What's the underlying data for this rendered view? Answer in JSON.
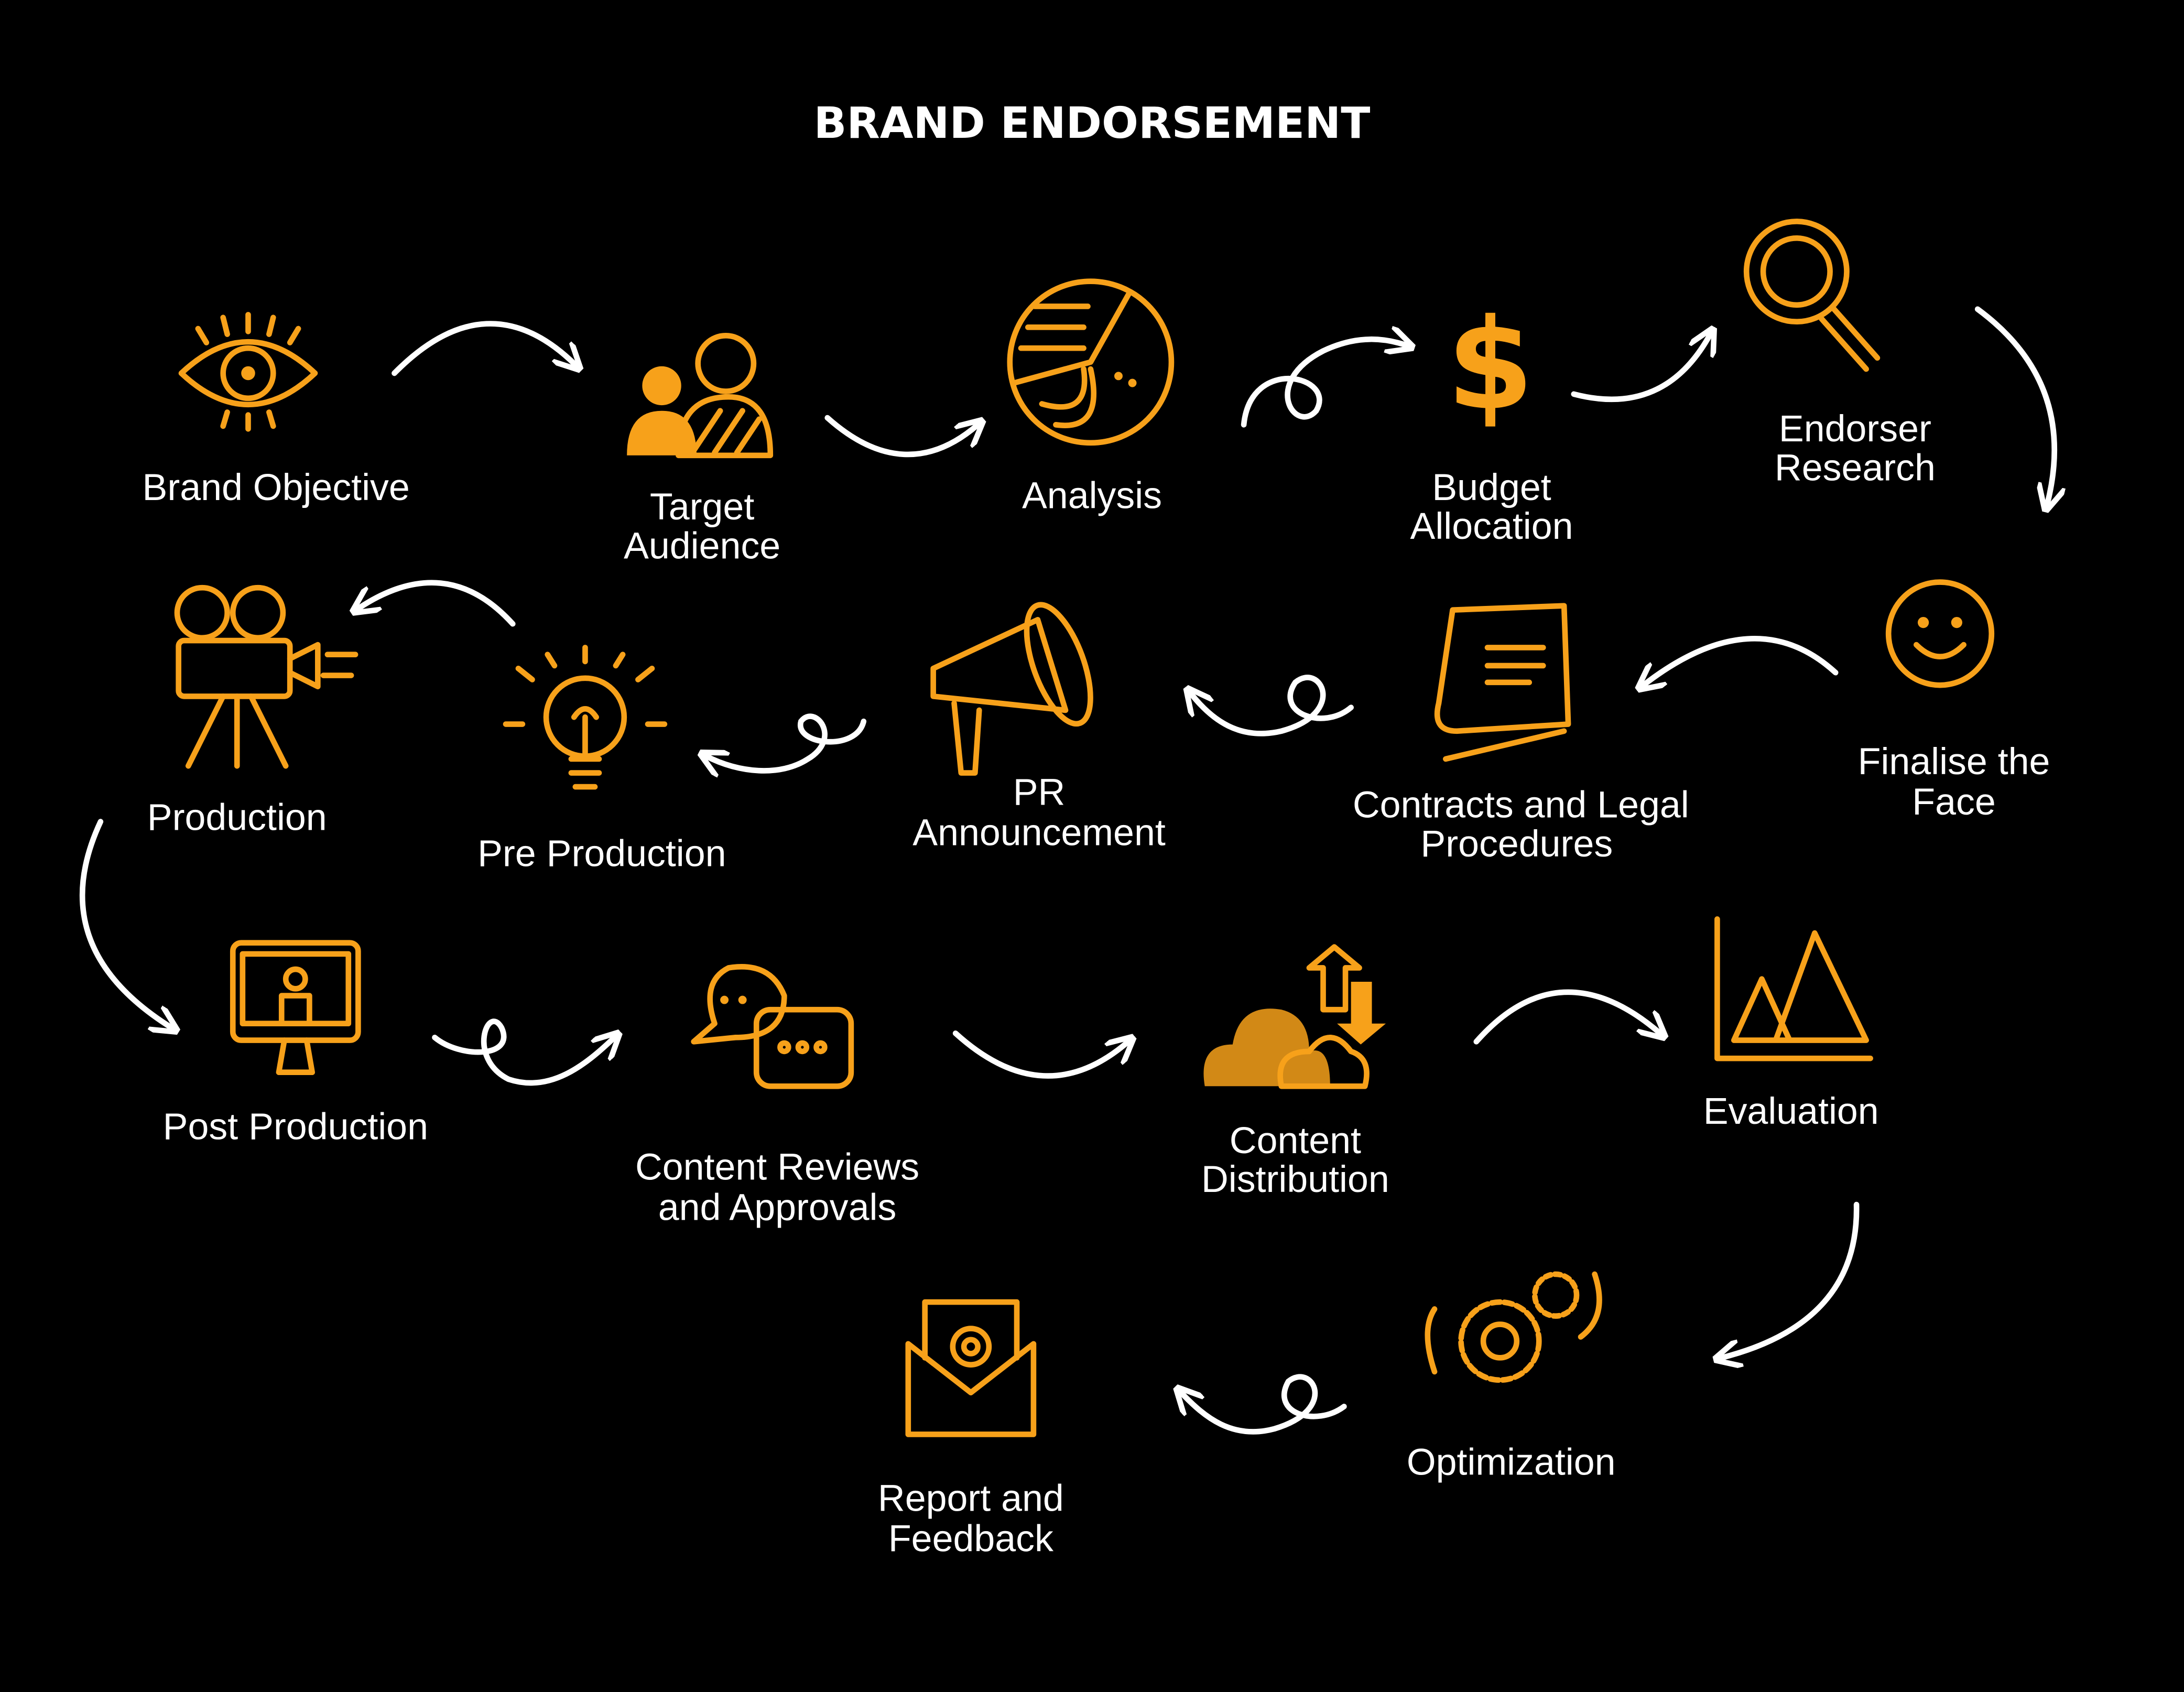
{
  "title": "BRAND ENDORSEMENT",
  "colors": {
    "background": "#000000",
    "accent": "#F7A11A",
    "text": "#FFFFFF",
    "arrows": "#FFFFFF"
  },
  "steps": [
    {
      "icon": "eye-icon",
      "lines": [
        "Brand Objective"
      ]
    },
    {
      "icon": "people-icon",
      "lines": [
        "Target",
        "Audience"
      ]
    },
    {
      "icon": "pie-chart-icon",
      "lines": [
        "Analysis"
      ]
    },
    {
      "icon": "dollar-icon",
      "lines": [
        "Budget",
        "Allocation"
      ]
    },
    {
      "icon": "magnifier-icon",
      "lines": [
        "Endorser",
        "Research"
      ]
    },
    {
      "icon": "smiley-icon",
      "lines": [
        "Finalise the",
        "Face"
      ]
    },
    {
      "icon": "contract-icon",
      "lines": [
        "Contracts and Legal",
        "Procedures"
      ]
    },
    {
      "icon": "megaphone-icon",
      "lines": [
        "PR",
        "Announcement"
      ]
    },
    {
      "icon": "lightbulb-icon",
      "lines": [
        "Pre Production"
      ]
    },
    {
      "icon": "film-camera-icon",
      "lines": [
        "Production"
      ]
    },
    {
      "icon": "monitor-icon",
      "lines": [
        "Post Production"
      ]
    },
    {
      "icon": "chat-bubbles-icon",
      "lines": [
        "Content Reviews",
        "and Approvals"
      ]
    },
    {
      "icon": "cloud-upload-icon",
      "lines": [
        "Content",
        "Distribution"
      ]
    },
    {
      "icon": "mountain-chart-icon",
      "lines": [
        "Evaluation"
      ]
    },
    {
      "icon": "gears-icon",
      "lines": [
        "Optimization"
      ]
    },
    {
      "icon": "email-icon",
      "lines": [
        "Report and",
        "Feedback"
      ]
    }
  ]
}
